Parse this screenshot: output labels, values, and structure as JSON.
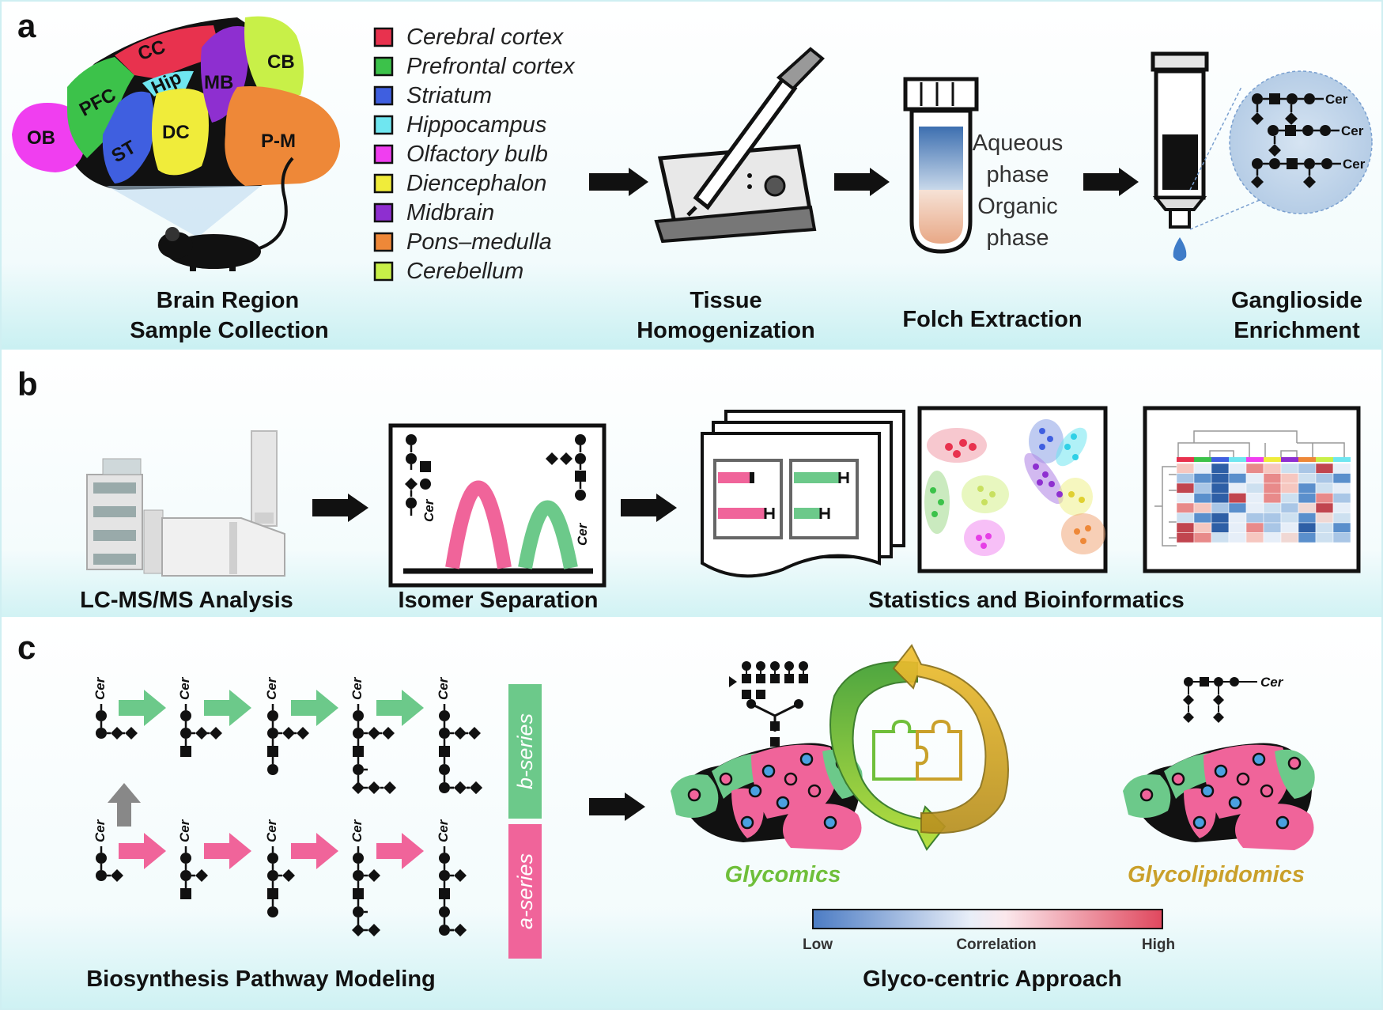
{
  "panels": {
    "a": {
      "label": "a",
      "legend": [
        {
          "name": "Cerebral cortex",
          "color": "#e8324e"
        },
        {
          "name": "Prefrontal cortex",
          "color": "#3cc24a"
        },
        {
          "name": "Striatum",
          "color": "#3f5fe0"
        },
        {
          "name": "Hippocampus",
          "color": "#6fe6f0"
        },
        {
          "name": "Olfactory bulb",
          "color": "#f03ef0"
        },
        {
          "name": "Diencephalon",
          "color": "#f0ec3a"
        },
        {
          "name": "Midbrain",
          "color": "#8e2fd0"
        },
        {
          "name": "Pons–medulla",
          "color": "#ee8838"
        },
        {
          "name": "Cerebellum",
          "color": "#c8f048"
        }
      ],
      "regions": {
        "ob": "OB",
        "pfc": "PFC",
        "cc": "CC",
        "hip": "Hip",
        "st": "ST",
        "dc": "DC",
        "mb": "MB",
        "cb": "CB",
        "pm": "P-M"
      },
      "steps": {
        "collection_line1": "Brain Region",
        "collection_line2": "Sample Collection",
        "homog_line1": "Tissue",
        "homog_line2": "Homogenization",
        "folch": "Folch Extraction",
        "enrich_line1": "Ganglioside",
        "enrich_line2": "Enrichment"
      },
      "phases": {
        "aq1": "Aqueous",
        "aq2": "phase",
        "org1": "Organic",
        "org2": "phase"
      },
      "cer": "Cer"
    },
    "b": {
      "label": "b",
      "steps": {
        "lcms": "LC-MS/MS Analysis",
        "isomer": "Isomer Separation",
        "stats": "Statistics and Bioinformatics"
      },
      "cer": "Cer"
    },
    "c": {
      "label": "c",
      "pathway": "Biosynthesis Pathway Modeling",
      "approach": "Glyco-centric Approach",
      "b_series": "b-series",
      "a_series": "a-series",
      "glycomics": "Glycomics",
      "glycolipidomics": "Glycolipidomics",
      "scale_low": "Low",
      "scale_mid": "Correlation",
      "scale_high": "High",
      "cer": "Cer",
      "colors": {
        "green": "#6cc98a",
        "pink": "#f0649a",
        "glycomics": "#6fbf3a",
        "glycolipidomics": "#caa02a"
      }
    }
  }
}
